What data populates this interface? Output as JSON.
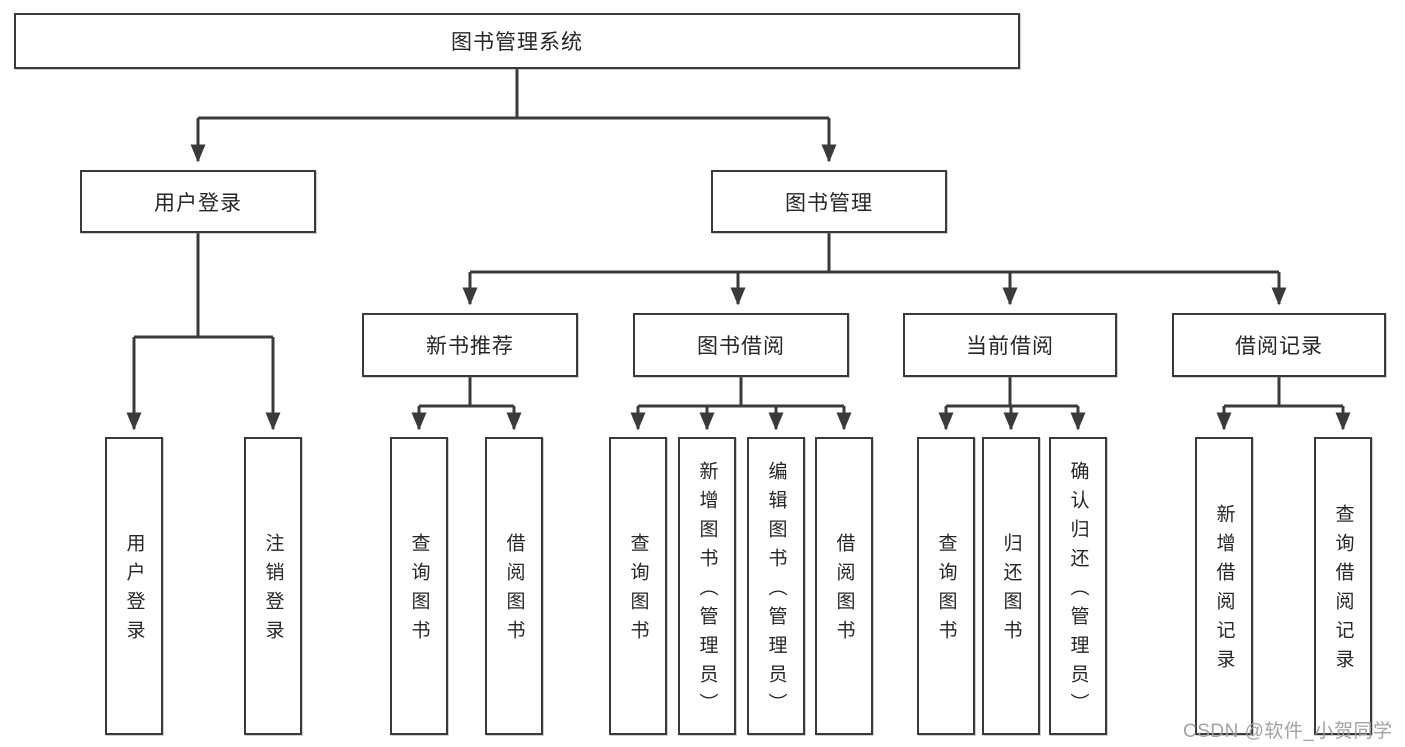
{
  "tree": {
    "root": "图书管理系统",
    "children": [
      {
        "label": "用户登录",
        "leaves": [
          "用户登录",
          "注销登录"
        ]
      },
      {
        "label": "图书管理",
        "groups": [
          {
            "label": "新书推荐",
            "leaves": [
              "查询图书",
              "借阅图书"
            ]
          },
          {
            "label": "图书借阅",
            "leaves": [
              "查询图书",
              "新增图书（管理员）",
              "编辑图书（管理员）",
              "借阅图书"
            ]
          },
          {
            "label": "当前借阅",
            "leaves": [
              "查询图书",
              "归还图书",
              "确认归还（管理员）"
            ]
          },
          {
            "label": "借阅记录",
            "leaves": [
              "新增借阅记录",
              "查询借阅记录"
            ]
          }
        ]
      }
    ]
  },
  "watermark": "CSDN @软件_小贺同学",
  "colors": {
    "line": "#3a3a3a",
    "box_border": "#3a3a3a",
    "box_fill": "#ffffff",
    "text": "#262626",
    "watermark": "#9e9e9e",
    "background": "#ffffff"
  }
}
